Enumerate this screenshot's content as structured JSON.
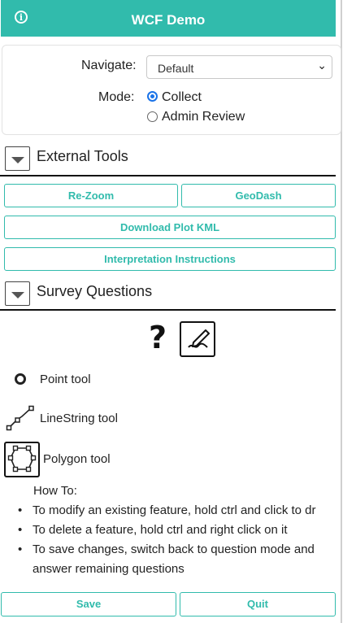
{
  "header": {
    "title": "WCF Demo",
    "info_icon": "info-icon"
  },
  "navigate": {
    "label": "Navigate:",
    "selected": "Default"
  },
  "mode": {
    "label": "Mode:",
    "options": [
      "Collect",
      "Admin Review"
    ],
    "selected": "Collect"
  },
  "external_tools": {
    "title": "External Tools",
    "buttons": [
      "Re-Zoom",
      "GeoDash",
      "Download Plot KML",
      "Interpretation Instructions"
    ]
  },
  "survey": {
    "title": "Survey Questions",
    "icons": [
      "question-icon",
      "draw-icon"
    ],
    "tools": [
      "Point tool",
      "LineString tool",
      "Polygon tool"
    ],
    "howto_title": "How To:",
    "howto_items": [
      "To modify an existing feature, hold ctrl and click to dr",
      "To delete a feature, hold ctrl and right click on it",
      "To save changes, switch back to question mode and answer remaining questions"
    ]
  },
  "footer": {
    "save": "Save",
    "quit": "Quit"
  },
  "colors": {
    "accent": "#31bbac"
  }
}
